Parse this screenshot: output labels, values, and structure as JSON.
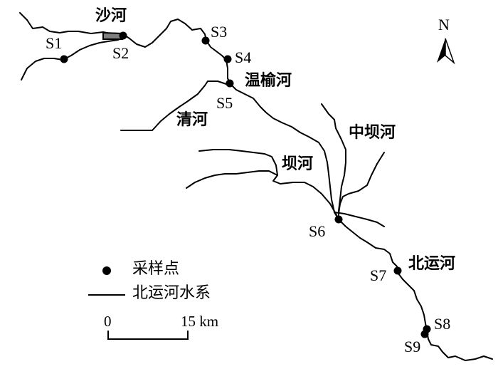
{
  "sites": {
    "S1": "S1",
    "S2": "S2",
    "S3": "S3",
    "S4": "S4",
    "S5": "S5",
    "S6": "S6",
    "S7": "S7",
    "S8": "S8",
    "S9": "S9"
  },
  "rivers": {
    "shahe": "沙河",
    "wenyu": "温榆河",
    "qinghe": "清河",
    "zhongba": "中坝河",
    "bahe": "坝河",
    "beiyun": "北运河"
  },
  "legend": {
    "point_label": "采样点",
    "line_label": "北运河水系"
  },
  "scale": {
    "start": "0",
    "end": "15 km"
  },
  "north_label": "N",
  "colors": {
    "river": "#000000",
    "reservoir": "#7f7f7f"
  }
}
